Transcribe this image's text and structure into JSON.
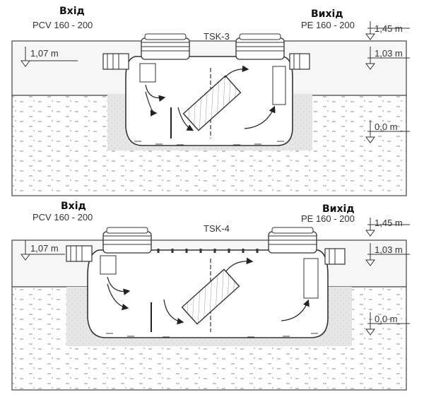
{
  "panels": [
    {
      "model": "TSK-3",
      "inlet_title": "Вхід",
      "inlet_pipe": "PCV 160 - 200",
      "outlet_title": "Вихід",
      "outlet_pipe": "PE 160 - 200",
      "levels": {
        "top_right": "1,45 m",
        "inlet_depth": "1,07 m",
        "outlet_depth": "1,03 m",
        "bottom": "0,0 m"
      }
    },
    {
      "model": "TSK-4",
      "inlet_title": "Вхід",
      "inlet_pipe": "PCV 160 - 200",
      "outlet_title": "Вихід",
      "outlet_pipe": "PE 160 - 200",
      "levels": {
        "top_right": "1,45 m",
        "inlet_depth": "1,07 m",
        "outlet_depth": "1,03 m",
        "bottom": "0,0 m"
      }
    }
  ],
  "colors": {
    "ground": "#f7f7f7",
    "soil_dash": "#9a9a9a",
    "gravel": "#e4e4e4",
    "line": "#333333"
  }
}
